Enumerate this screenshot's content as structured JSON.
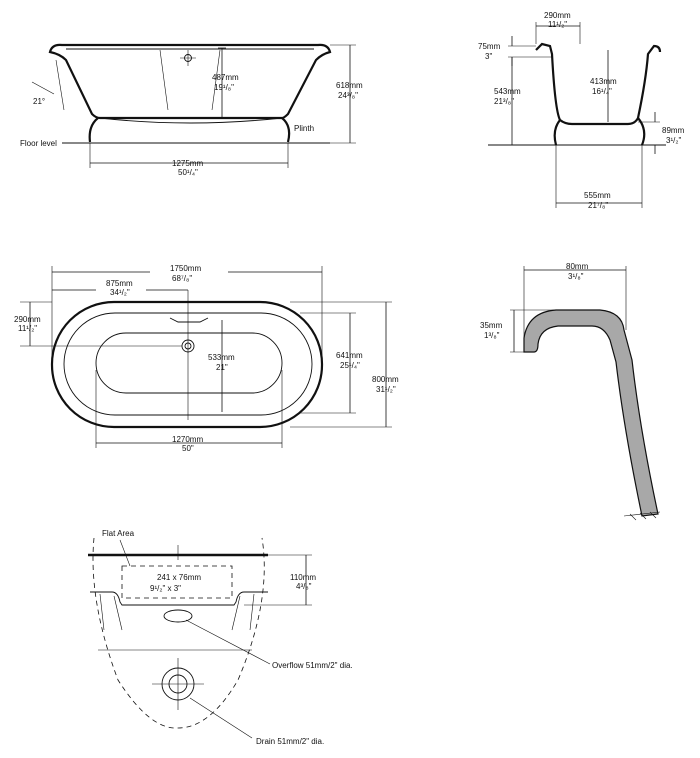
{
  "side_view": {
    "h_height_mm": "487mm",
    "h_height_in": "19¹/₈\"",
    "total_height_mm": "618mm",
    "total_height_in": "24³/₈\"",
    "angle": "21°",
    "plinth": "Plinth",
    "floor": "Floor level",
    "base_mm": "1275mm",
    "base_in": "50¹/₄\""
  },
  "end_view": {
    "top_mm": "290mm",
    "top_in": "11¹/₂\"",
    "rim_mm": "75mm",
    "rim_in": "3\"",
    "inner_mm": "543mm",
    "inner_in": "21³/₈\"",
    "depth_mm": "413mm",
    "depth_in": "16¹/₄\"",
    "plinth_mm": "89mm",
    "plinth_in": "3¹/₂\"",
    "base_mm": "555mm",
    "base_in": "21⁷/₈\""
  },
  "plan_view": {
    "length_mm": "1750mm",
    "length_in": "68⁷/₈\"",
    "half_mm": "875mm",
    "half_in": "34¹/₂\"",
    "edge_mm": "290mm",
    "edge_in": "11¹/₂\"",
    "inner_w_mm": "533mm",
    "inner_w_in": "21\"",
    "basin_w_mm": "641mm",
    "basin_w_in": "25¹/₄\"",
    "width_mm": "800mm",
    "width_in": "31¹/₂\"",
    "inner_l_mm": "1270mm",
    "inner_l_in": "50\""
  },
  "rim_detail": {
    "width_mm": "80mm",
    "width_in": "3¹/₈\"",
    "height_mm": "35mm",
    "height_in": "1³/₈\""
  },
  "drain_detail": {
    "flat_area": "Flat Area",
    "area_mm": "241 x 76mm",
    "area_in": "9¹/₂\" x 3\"",
    "h_mm": "110mm",
    "h_in": "4³/₈\"",
    "overflow": "Overflow 51mm/2\" dia.",
    "drain": "Drain 51mm/2\" dia."
  },
  "colors": {
    "line": "#111111",
    "rim_fill": "#a8a8a8"
  }
}
